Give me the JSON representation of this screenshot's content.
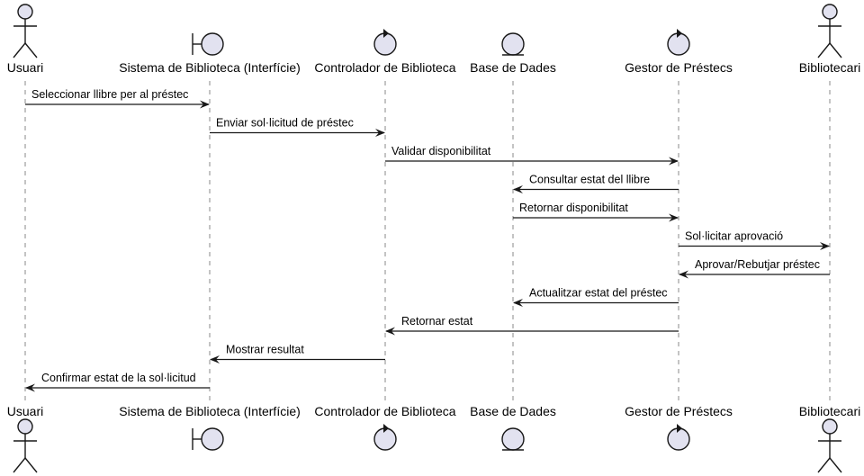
{
  "participants": [
    {
      "id": "user",
      "label": "Usuari",
      "kind": "actor"
    },
    {
      "id": "ui",
      "label": "Sistema de Biblioteca (Interfície)",
      "kind": "boundary"
    },
    {
      "id": "ctrl",
      "label": "Controlador de Biblioteca",
      "kind": "control"
    },
    {
      "id": "db",
      "label": "Base de Dades",
      "kind": "entity"
    },
    {
      "id": "loans",
      "label": "Gestor de Préstecs",
      "kind": "control"
    },
    {
      "id": "librarian",
      "label": "Bibliotecari",
      "kind": "actor"
    }
  ],
  "messages": [
    {
      "from": "user",
      "to": "ui",
      "label": "Seleccionar llibre per al préstec"
    },
    {
      "from": "ui",
      "to": "ctrl",
      "label": "Enviar sol·licitud de préstec"
    },
    {
      "from": "ctrl",
      "to": "loans",
      "label": "Validar disponibilitat"
    },
    {
      "from": "loans",
      "to": "db",
      "label": "Consultar estat del llibre"
    },
    {
      "from": "db",
      "to": "loans",
      "label": "Retornar disponibilitat"
    },
    {
      "from": "loans",
      "to": "librarian",
      "label": "Sol·licitar aprovació"
    },
    {
      "from": "librarian",
      "to": "loans",
      "label": "Aprovar/Rebutjar préstec"
    },
    {
      "from": "loans",
      "to": "db",
      "label": "Actualitzar estat del préstec"
    },
    {
      "from": "loans",
      "to": "ctrl",
      "label": "Retornar estat"
    },
    {
      "from": "ctrl",
      "to": "ui",
      "label": "Mostrar resultat"
    },
    {
      "from": "ui",
      "to": "user",
      "label": "Confirmar estat de la sol·licitud"
    }
  ],
  "colors": {
    "shape_fill": "#e2e2f0",
    "line": "#181818",
    "lifeline": "#8a8a8a"
  }
}
